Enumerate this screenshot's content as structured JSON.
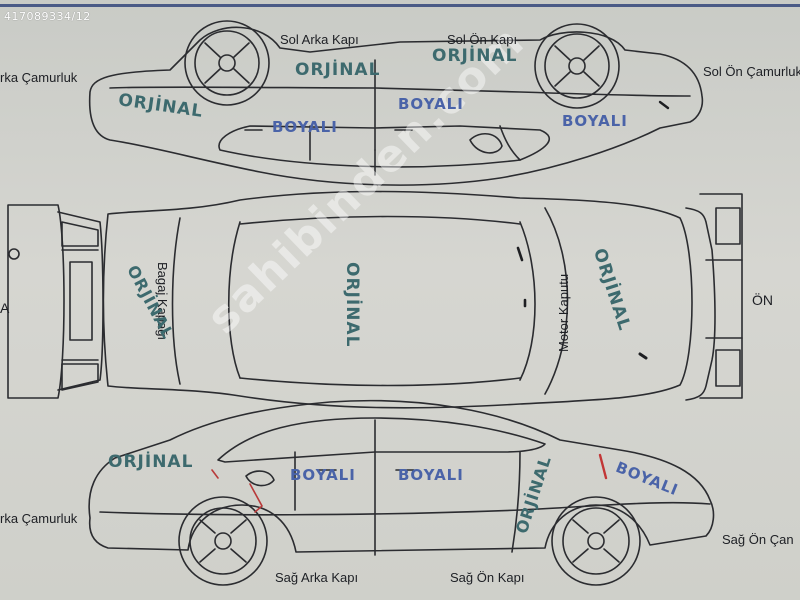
{
  "photo_id": "417089334/12",
  "watermark": "sahibinden.com",
  "labels": {
    "sol_arka_kapi": "Sol Arka Kapı",
    "sol_on_kapi": "Sol Ön Kapı",
    "sol_arka_camurluk": "rka Çamurluk",
    "sol_on_camurluk": "Sol Ön Çamurluk",
    "bagaj_kapagi": "Bagaj Kapağı",
    "motor_kaputu": "Motor Kaputu",
    "on": "ÖN",
    "arka_edge": "A",
    "sag_arka_camurluk": "rka Çamurluk",
    "sag_on_camurluk": "Sağ Ön Çan",
    "sag_arka_kapi": "Sağ Arka Kapı",
    "sag_on_kapi": "Sağ Ön Kapı"
  },
  "stamps": {
    "sol_arka_kapi": "ORJİNAL",
    "sol_on_kapi": "ORJİNAL",
    "sol_arka_camurluk": "ORJİNAL",
    "sol_on_camurluk": "BOYALI",
    "sol_kapi_boya": "BOYALI",
    "sol_on_kapi_boya": "BOYALI",
    "bagaj": "ORJİNAL",
    "tavan": "ORJİNAL",
    "kaput": "ORJİNAL",
    "sag_arka_camurluk": "ORJİNAL",
    "sag_arka_kapi": "BOYALI",
    "sag_on_kapi": "BOYALI",
    "sag_on_camurluk_orj": "ORJİNAL",
    "sag_on_camurluk_boya": "BOYALI"
  },
  "colors": {
    "orjinal_ink": "#3d6a6e",
    "boyali_ink": "#4a63a8",
    "line": "#2b2c30"
  }
}
